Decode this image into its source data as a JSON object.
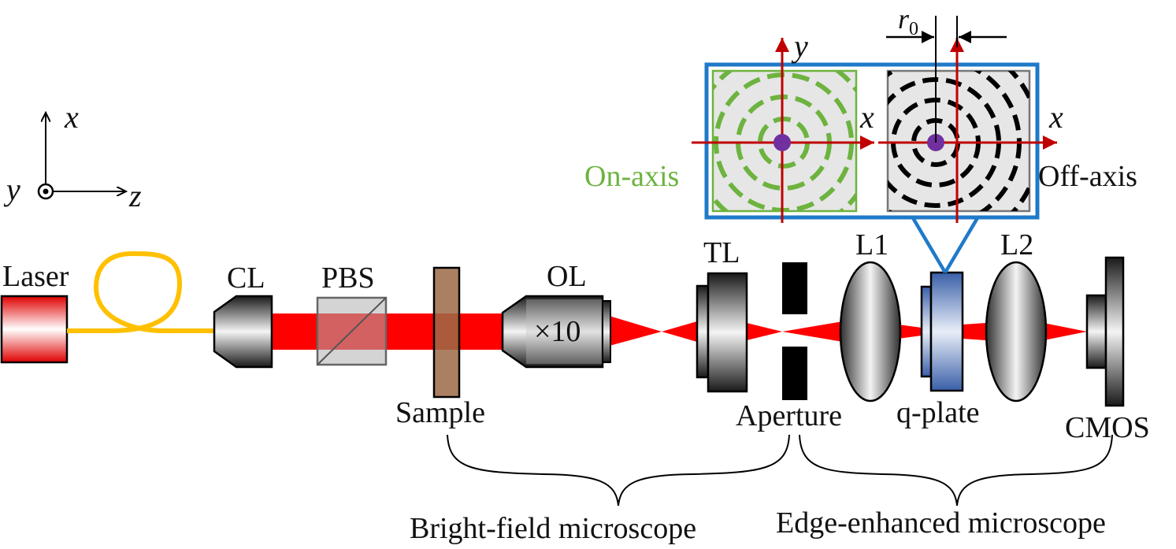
{
  "axes": {
    "x": "x",
    "y": "y",
    "z": "z"
  },
  "components": {
    "laser": "Laser",
    "cl": "CL",
    "pbs": "PBS",
    "sample": "Sample",
    "ol": "OL",
    "ol_magnification": "×10",
    "tl": "TL",
    "aperture": "Aperture",
    "l1": "L1",
    "qplate": "q-plate",
    "l2": "L2",
    "cmos": "CMOS"
  },
  "inset": {
    "on_axis": "On-axis",
    "off_axis": "Off-axis",
    "x_label": "x",
    "y_label": "y",
    "offset_label": "r",
    "offset_sub": "0"
  },
  "sections": {
    "brightfield": "Bright-field microscope",
    "edge_enhanced": "Edge-enhanced microscope"
  },
  "colors": {
    "beam": "#ff0000",
    "fiber": "#ffc000",
    "inset_border": "#1f7ac8",
    "on_axis": "#6db33f",
    "axis_red": "#c00000",
    "center_dot": "#7030a0",
    "sample": "#9c6a46"
  }
}
